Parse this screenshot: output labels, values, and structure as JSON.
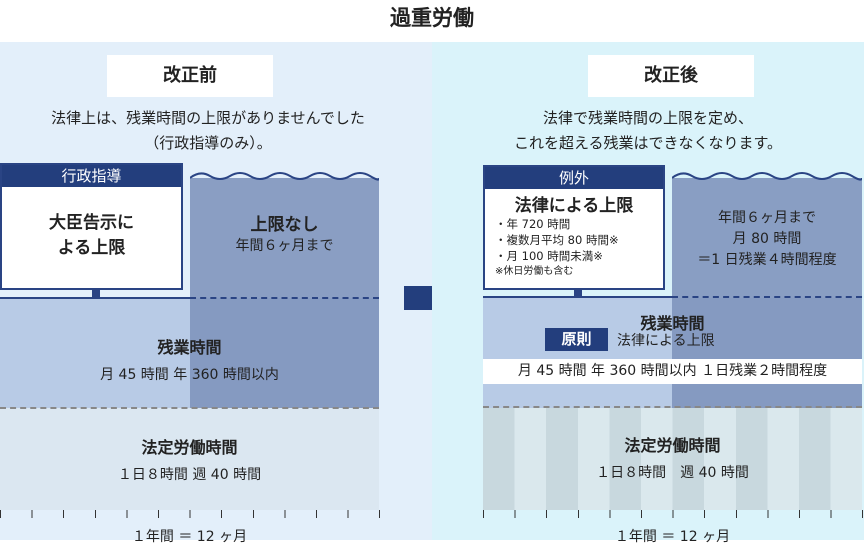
{
  "title": "過重労働",
  "before": {
    "label": "改正前",
    "desc": [
      "法律上は、残業時間の上限がありませんでした",
      "（行政指導のみ）。"
    ],
    "guidance_header": "行政指導",
    "guidance_body": [
      "大臣告示に",
      "よる上限"
    ],
    "no_limit_title": "上限なし",
    "no_limit_sub": "年間６ヶ月まで",
    "overtime_title": "残業時間",
    "overtime_sub": "月 45 時間 年 360 時間以内",
    "legal_title": "法定労働時間",
    "legal_sub": "１日８時間 週 40 時間",
    "axis": "１年間 ＝ 12 ヶ月"
  },
  "after": {
    "label": "改正後",
    "desc": [
      "法律で残業時間の上限を定め、",
      "これを超える残業はできなくなります。"
    ],
    "exception_header": "例外",
    "exception_title": "法律による上限",
    "exception_items": [
      "・年 720 時間",
      "・複数月平均 80 時間※",
      "・月 100 時間未満※"
    ],
    "exception_note": "※休日労働も含む",
    "special_lines": [
      "年間６ヶ月まで",
      "月 80 時間",
      "＝1 日残業４時間程度"
    ],
    "overtime_title": "残業時間",
    "principle_badge": "原則",
    "principle_text": "法律による上限",
    "principle_band": "月 45 時間 年 360 時間以内 １日残業２時間程度",
    "legal_title": "法定労働時間",
    "legal_sub": "１日８時間　週 40 時間",
    "axis": "１年間 ＝ 12 ヶ月"
  },
  "colors": {
    "navy": "#233e7d",
    "left_bg": "#e3effa",
    "right_bg": "#daf3fa"
  }
}
